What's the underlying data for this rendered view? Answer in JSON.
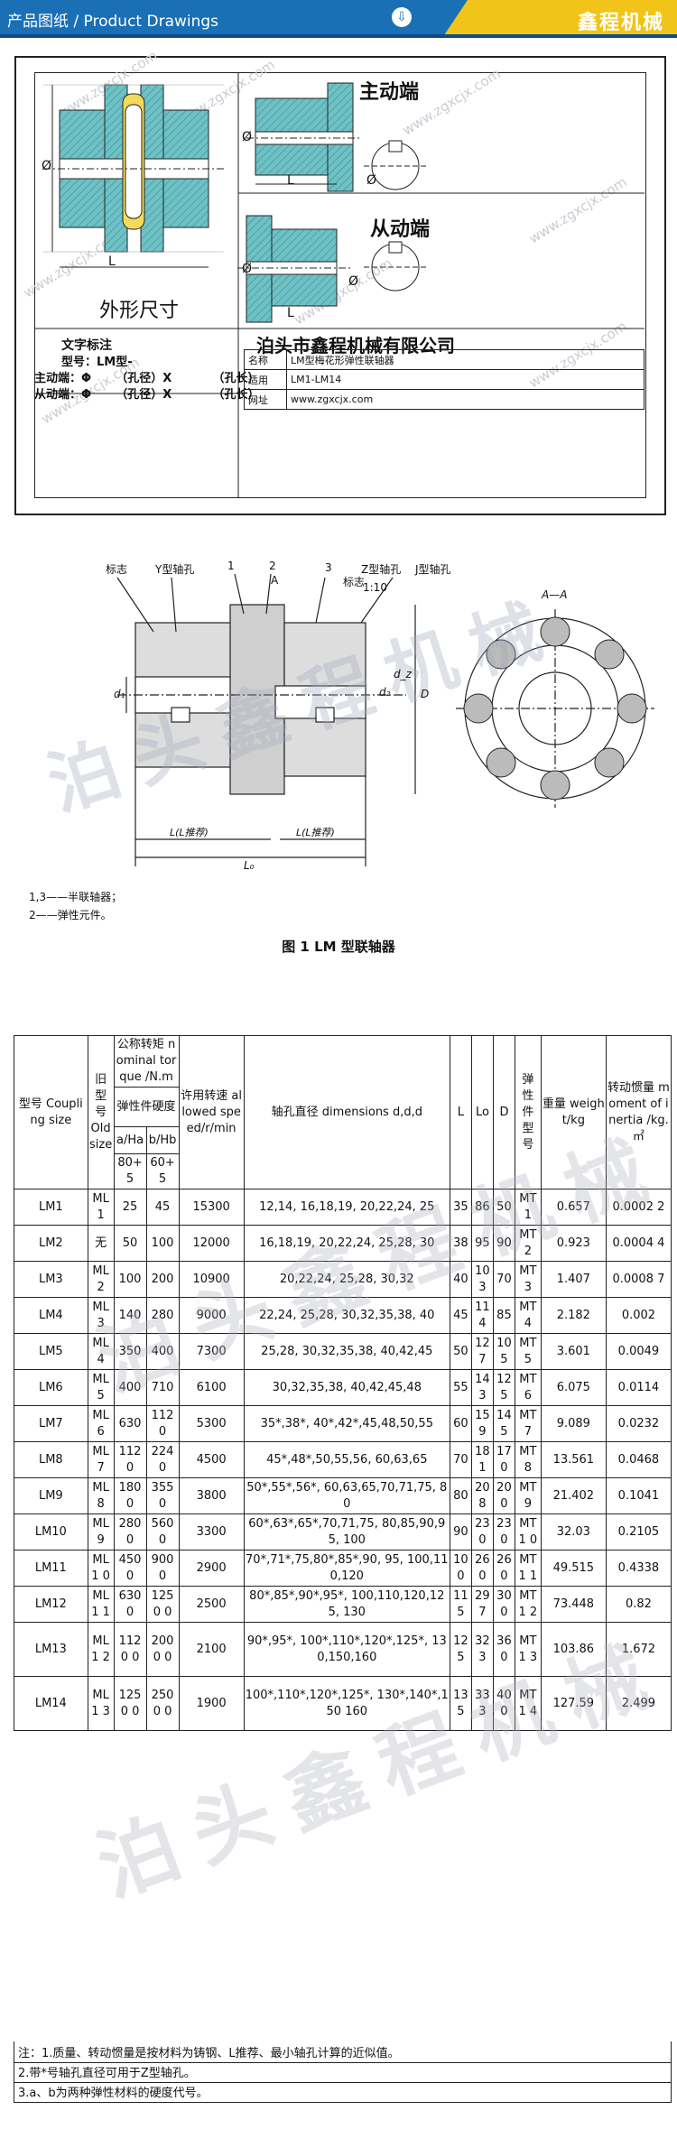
{
  "header": {
    "title": "产品图纸 / Product Drawings",
    "brand": "鑫程机械",
    "download_icon": "download-arrow-icon",
    "accent": "#1a6fb5",
    "brand_bg": "#f0c419"
  },
  "drawing1": {
    "outline_label": "外形尺寸",
    "drive_label": "主动端",
    "driven_label": "从动端",
    "watermark": "www.zgxcjx.com",
    "phi": "Ø",
    "L": "L",
    "text_title": "文字标注",
    "model_line": "型号：LM型-",
    "drive_line": "主动端：Φ      （孔径）X          （孔长）",
    "driven_line": "从动端：Φ      （孔径）X          （孔长）",
    "company": "泊头市鑫程机械有限公司",
    "info": [
      {
        "k": "名称",
        "v": "LM型梅花形弹性联轴器"
      },
      {
        "k": "适用",
        "v": "LM1-LM14"
      },
      {
        "k": "网址",
        "v": "www.zgxcjx.com"
      }
    ]
  },
  "drawing2": {
    "labels": {
      "biaozhi1": "标志",
      "y_hole": "Y型轴孔",
      "n1": "1",
      "n2": "2",
      "n3": "3",
      "biaozhi2": "标志",
      "z_hole": "Z型轴孔",
      "j_hole": "J型轴孔",
      "taper": "1:10",
      "A": "A",
      "AA": "A—A",
      "d1": "d₁",
      "d2": "d₂",
      "dz": "d_z",
      "D": "D",
      "L1": "L(L推荐)",
      "L2": "L(L推荐)",
      "L0": "L₀"
    },
    "watermark": "泊头鑫程机械",
    "notes": [
      "1,3——半联轴器；",
      "2——弹性元件。"
    ],
    "caption": "图 1   LM 型联轴器"
  },
  "table": {
    "headers": {
      "model": "型号 Coupling size",
      "old": "旧型号 Old size",
      "torque": "公称转矩 nominal torque /N.m",
      "hardness": "弹性件硬度",
      "ha": "a/Ha",
      "hb": "b/Hb",
      "ha_range": "80+5",
      "hb_range": "60+5",
      "speed": "许用转速 allowed speed/r/min",
      "bore": "轴孔直径 dimensions d,d,d",
      "L": "L",
      "Lo": "Lo",
      "D": "D",
      "elem": "弹性件型号",
      "weight": "重量 weight/kg",
      "inertia": "转动惯量 moment of inertia /kg.㎡"
    },
    "rows": [
      {
        "m": "LM1",
        "o": "ML1",
        "a": "25",
        "b": "45",
        "s": "15300",
        "d": "12,14, 16,18,19, 20,22,24, 25",
        "L": "35",
        "Lo": "86",
        "D": "50",
        "e": "MT1",
        "w": "0.657",
        "i": "0.0002 2"
      },
      {
        "m": "LM2",
        "o": "无",
        "a": "50",
        "b": "100",
        "s": "12000",
        "d": "16,18,19, 20,22,24, 25,28, 30",
        "L": "38",
        "Lo": "95",
        "D": "90",
        "e": "MT2",
        "w": "0.923",
        "i": "0.0004 4"
      },
      {
        "m": "LM3",
        "o": "ML2",
        "a": "100",
        "b": "200",
        "s": "10900",
        "d": "20,22,24, 25,28, 30,32",
        "L": "40",
        "Lo": "10 3",
        "D": "70",
        "e": "MT3",
        "w": "1.407",
        "i": "0.0008 7"
      },
      {
        "m": "LM4",
        "o": "ML3",
        "a": "140",
        "b": "280",
        "s": "9000",
        "d": "22,24, 25,28, 30,32,35,38, 40",
        "L": "45",
        "Lo": "11 4",
        "D": "85",
        "e": "MT4",
        "w": "2.182",
        "i": "0.002"
      },
      {
        "m": "LM5",
        "o": "ML4",
        "a": "350",
        "b": "400",
        "s": "7300",
        "d": "25,28, 30,32,35,38, 40,42,45",
        "L": "50",
        "Lo": "12 7",
        "D": "10 5",
        "e": "MT5",
        "w": "3.601",
        "i": "0.0049"
      },
      {
        "m": "LM6",
        "o": "ML5",
        "a": "400",
        "b": "710",
        "s": "6100",
        "d": "30,32,35,38, 40,42,45,48",
        "L": "55",
        "Lo": "14 3",
        "D": "12 5",
        "e": "MT6",
        "w": "6.075",
        "i": "0.0114"
      },
      {
        "m": "LM7",
        "o": "ML6",
        "a": "630",
        "b": "1120",
        "s": "5300",
        "d": "35*,38*, 40*,42*,45,48,50,55",
        "L": "60",
        "Lo": "15 9",
        "D": "14 5",
        "e": "MT7",
        "w": "9.089",
        "i": "0.0232"
      },
      {
        "m": "LM8",
        "o": "ML7",
        "a": "1120",
        "b": "2240",
        "s": "4500",
        "d": "45*,48*,50,55,56, 60,63,65",
        "L": "70",
        "Lo": "18 1",
        "D": "17 0",
        "e": "MT8",
        "w": "13.561",
        "i": "0.0468"
      },
      {
        "m": "LM9",
        "o": "ML8",
        "a": "1800",
        "b": "3550",
        "s": "3800",
        "d": "50*,55*,56*, 60,63,65,70,71,75, 80",
        "L": "80",
        "Lo": "20 8",
        "D": "20 0",
        "e": "MT9",
        "w": "21.402",
        "i": "0.1041"
      },
      {
        "m": "LM10",
        "o": "ML9",
        "a": "2800",
        "b": "5600",
        "s": "3300",
        "d": "60*,63*,65*,70,71,75, 80,85,90,95, 100",
        "L": "90",
        "Lo": "23 0",
        "D": "23 0",
        "e": "MT1 0",
        "w": "32.03",
        "i": "0.2105"
      },
      {
        "m": "LM11",
        "o": "ML1 0",
        "a": "4500",
        "b": "9000",
        "s": "2900",
        "d": "70*,71*,75,80*,85*,90, 95, 100,110,120",
        "L": "10 0",
        "Lo": "26 0",
        "D": "26 0",
        "e": "MT1 1",
        "w": "49.515",
        "i": "0.4338"
      },
      {
        "m": "LM12",
        "o": "ML1 1",
        "a": "6300",
        "b": "1250 0",
        "s": "2500",
        "d": "80*,85*,90*,95*, 100,110,120,125, 130",
        "L": "11 5",
        "Lo": "29 7",
        "D": "30 0",
        "e": "MT1 2",
        "w": "73.448",
        "i": "0.82"
      },
      {
        "m": "LM13",
        "o": "ML1 2",
        "a": "1120 0",
        "b": "2000 0",
        "s": "2100",
        "d": "90*,95*, 100*,110*,120*,125*, 130,150,160",
        "L": "12 5",
        "Lo": "32 3",
        "D": "36 0",
        "e": "MT1 3",
        "w": "103.86",
        "i": "1.672"
      },
      {
        "m": "LM14",
        "o": "ML1 3",
        "a": "1250 0",
        "b": "2500 0",
        "s": "1900",
        "d": "100*,110*,120*,125*, 130*,140*,150 160",
        "L": "13 5",
        "Lo": "33 3",
        "D": "40 0",
        "e": "MT1 4",
        "w": "127.59",
        "i": "2.499"
      }
    ],
    "notes": [
      "注：1.质量、转动惯量是按材料为铸钢、L推荐、最小轴孔计算的近似值。",
      "2.带*号轴孔直径可用于Z型轴孔。",
      "3.a、b为两种弹性材料的硬度代号。"
    ],
    "watermark": "泊头鑫程机械"
  }
}
